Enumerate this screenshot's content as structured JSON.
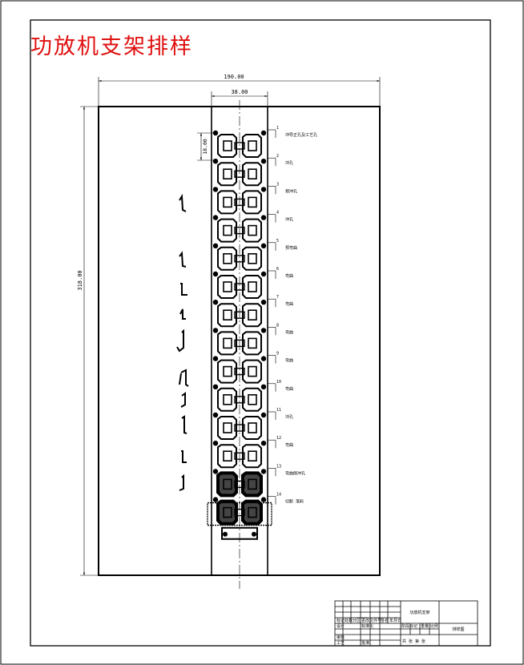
{
  "sheet": {
    "title": "功放机支架排样",
    "title_color": "#e01010",
    "line_color": "#000000"
  },
  "dimensions": {
    "overall_width": "190.00",
    "strip_width": "38.00",
    "pitch": "18.00",
    "overall_length": "318.00"
  },
  "stations": [
    {
      "no": "1",
      "note": "冲导正孔及工艺孔"
    },
    {
      "no": "2",
      "note": "冲孔"
    },
    {
      "no": "3",
      "note": "预冲孔"
    },
    {
      "no": "4",
      "note": "冲孔"
    },
    {
      "no": "5",
      "note": "预弯曲"
    },
    {
      "no": "6",
      "note": "弯曲"
    },
    {
      "no": "7",
      "note": "弯曲"
    },
    {
      "no": "8",
      "note": "弯曲"
    },
    {
      "no": "9",
      "note": "弯曲"
    },
    {
      "no": "10",
      "note": "弯曲"
    },
    {
      "no": "11",
      "note": "冲孔"
    },
    {
      "no": "12",
      "note": "弯曲"
    },
    {
      "no": "13",
      "note": "弯曲侧冲孔"
    },
    {
      "no": "14",
      "note": "切断 落料"
    }
  ],
  "title_block": {
    "part_name": "功放机支架",
    "drawing_name": "排样图",
    "cells": [
      "标记",
      "处数",
      "分区",
      "更改文件号",
      "签名",
      "年月日",
      "设计",
      "标准化",
      "审核",
      "工艺",
      "批准",
      "阶段标记",
      "重量",
      "比例",
      "共 张 第 张"
    ]
  }
}
